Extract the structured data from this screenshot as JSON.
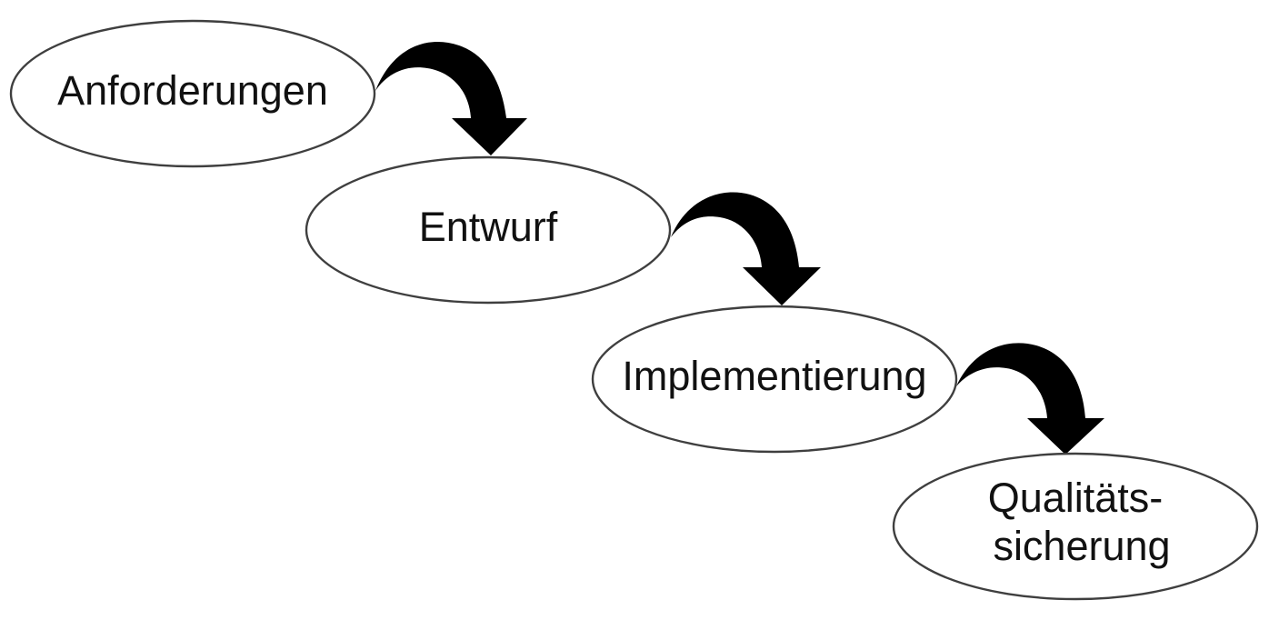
{
  "diagram": {
    "steps": [
      {
        "label": "Anforderungen"
      },
      {
        "label": "Entwurf"
      },
      {
        "label": "Implementierung"
      },
      {
        "label_line_1": "Qualitäts-",
        "label_line_2": "sicherung"
      }
    ],
    "colors": {
      "background": "#ffffff",
      "node_fill": "#ffffff",
      "node_stroke": "#3f3f3f",
      "text": "#111111",
      "arrow": "#000000"
    }
  }
}
